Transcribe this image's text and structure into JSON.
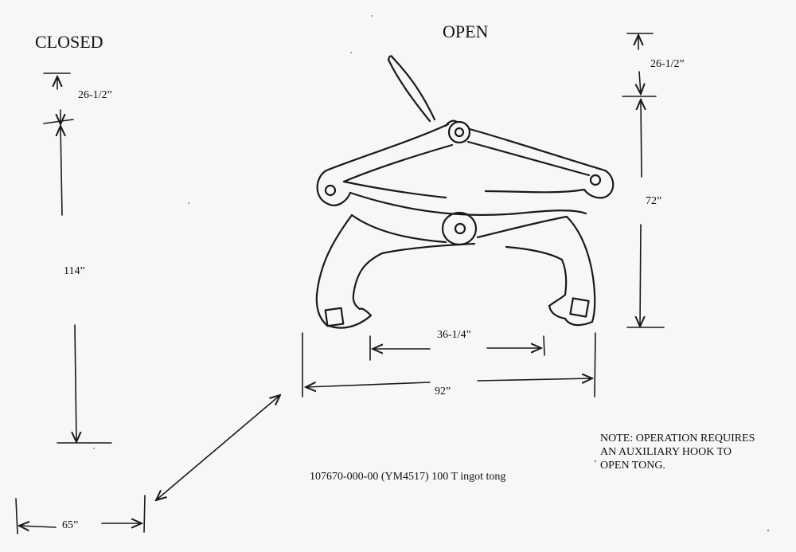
{
  "headings": {
    "closed": "CLOSED",
    "open": "OPEN"
  },
  "dimensions": {
    "closed_top": "26-1/2”",
    "closed_height": "114”",
    "closed_width": "65”",
    "open_top": "26-1/2”",
    "open_height": "72”",
    "jaw_gap": "36-1/4”",
    "open_width": "92”"
  },
  "caption": "107670-000-00 (YM4517) 100 T ingot tong",
  "note": "NOTE:  OPERATION REQUIRES\nAN AUXILIARY HOOK TO\nOPEN TONG."
}
